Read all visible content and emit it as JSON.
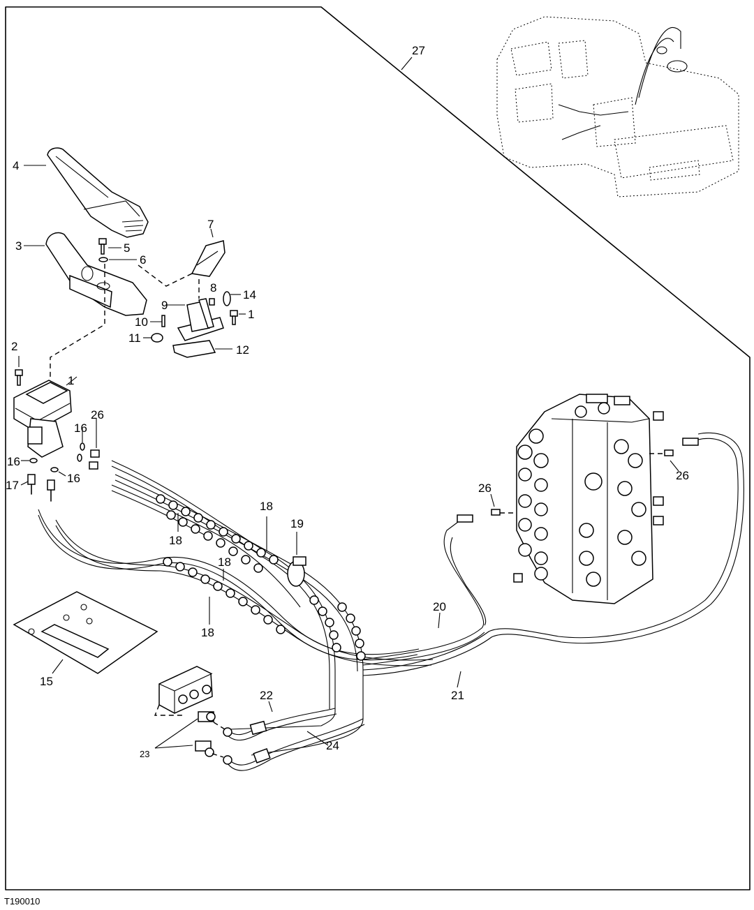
{
  "figure_id": "T190010",
  "callouts": {
    "c27": "27",
    "c4": "4",
    "c3": "3",
    "c5": "5",
    "c6": "6",
    "c7": "7",
    "c8": "8",
    "c14": "14",
    "c9": "9",
    "c1a": "1",
    "c10": "10",
    "c11": "11",
    "c12": "12",
    "c2": "2",
    "c1b": "1",
    "c26a": "26",
    "c16a": "16",
    "c16b": "16",
    "c16c": "16",
    "c17": "17",
    "c18a": "18",
    "c19": "19",
    "c18b": "18",
    "c18c": "18",
    "c18d": "18",
    "c15": "15",
    "c26b": "26",
    "c26c": "26",
    "c20": "20",
    "c21": "21",
    "c22": "22",
    "c24": "24",
    "c23": "23"
  }
}
